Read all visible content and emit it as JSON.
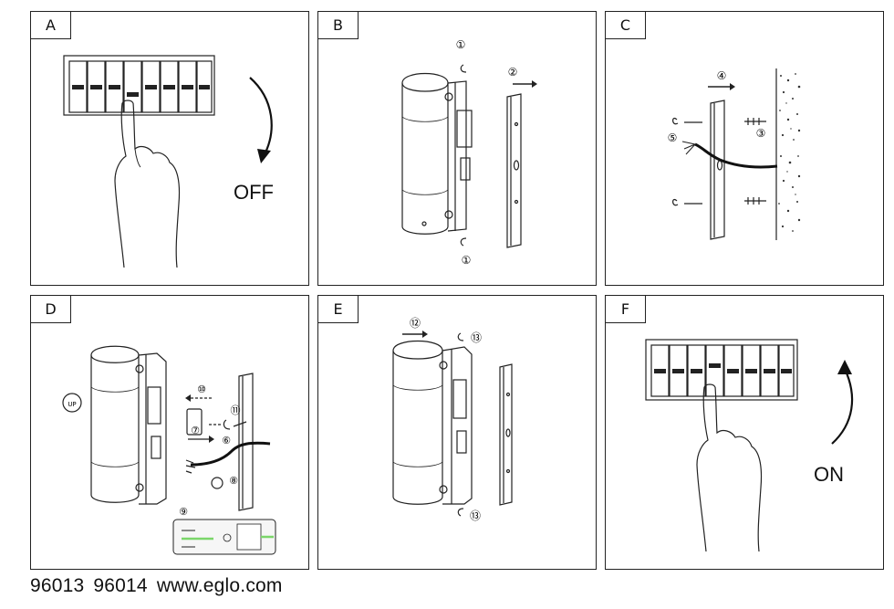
{
  "panels": [
    {
      "id": "A",
      "label": "A",
      "text": "OFF"
    },
    {
      "id": "B",
      "label": "B",
      "steps": [
        "①",
        "②",
        "①"
      ]
    },
    {
      "id": "C",
      "label": "C",
      "steps": [
        "④",
        "⑤",
        "③"
      ]
    },
    {
      "id": "D",
      "label": "D",
      "steps": [
        "⑩",
        "⑪",
        "⑦",
        "⑥",
        "⑧",
        "⑨"
      ],
      "up_badge": "UP"
    },
    {
      "id": "E",
      "label": "E",
      "steps": [
        "⑫",
        "⑬",
        "⑬"
      ]
    },
    {
      "id": "F",
      "label": "F",
      "text": "ON"
    }
  ],
  "footer": {
    "model_1": "96013",
    "model_2": "96014",
    "website": "www.eglo.com"
  },
  "colors": {
    "line": "#222222",
    "wire_highlight": "#7bd66a"
  }
}
